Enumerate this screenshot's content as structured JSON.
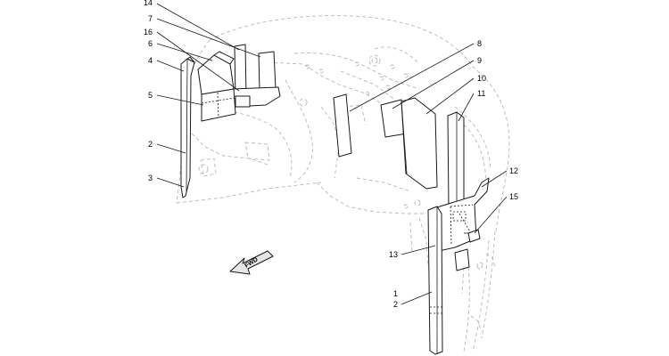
{
  "direction_label": "FWD",
  "callouts": {
    "c14": "14",
    "c7": "7",
    "c16": "16",
    "c6": "6",
    "c4": "4",
    "c5": "5",
    "c2_left": "2",
    "c3": "3",
    "c8": "8",
    "c9": "9",
    "c10": "10",
    "c11": "11",
    "c12": "12",
    "c15": "15",
    "c13": "13",
    "c1": "1",
    "c2_right": "2"
  }
}
